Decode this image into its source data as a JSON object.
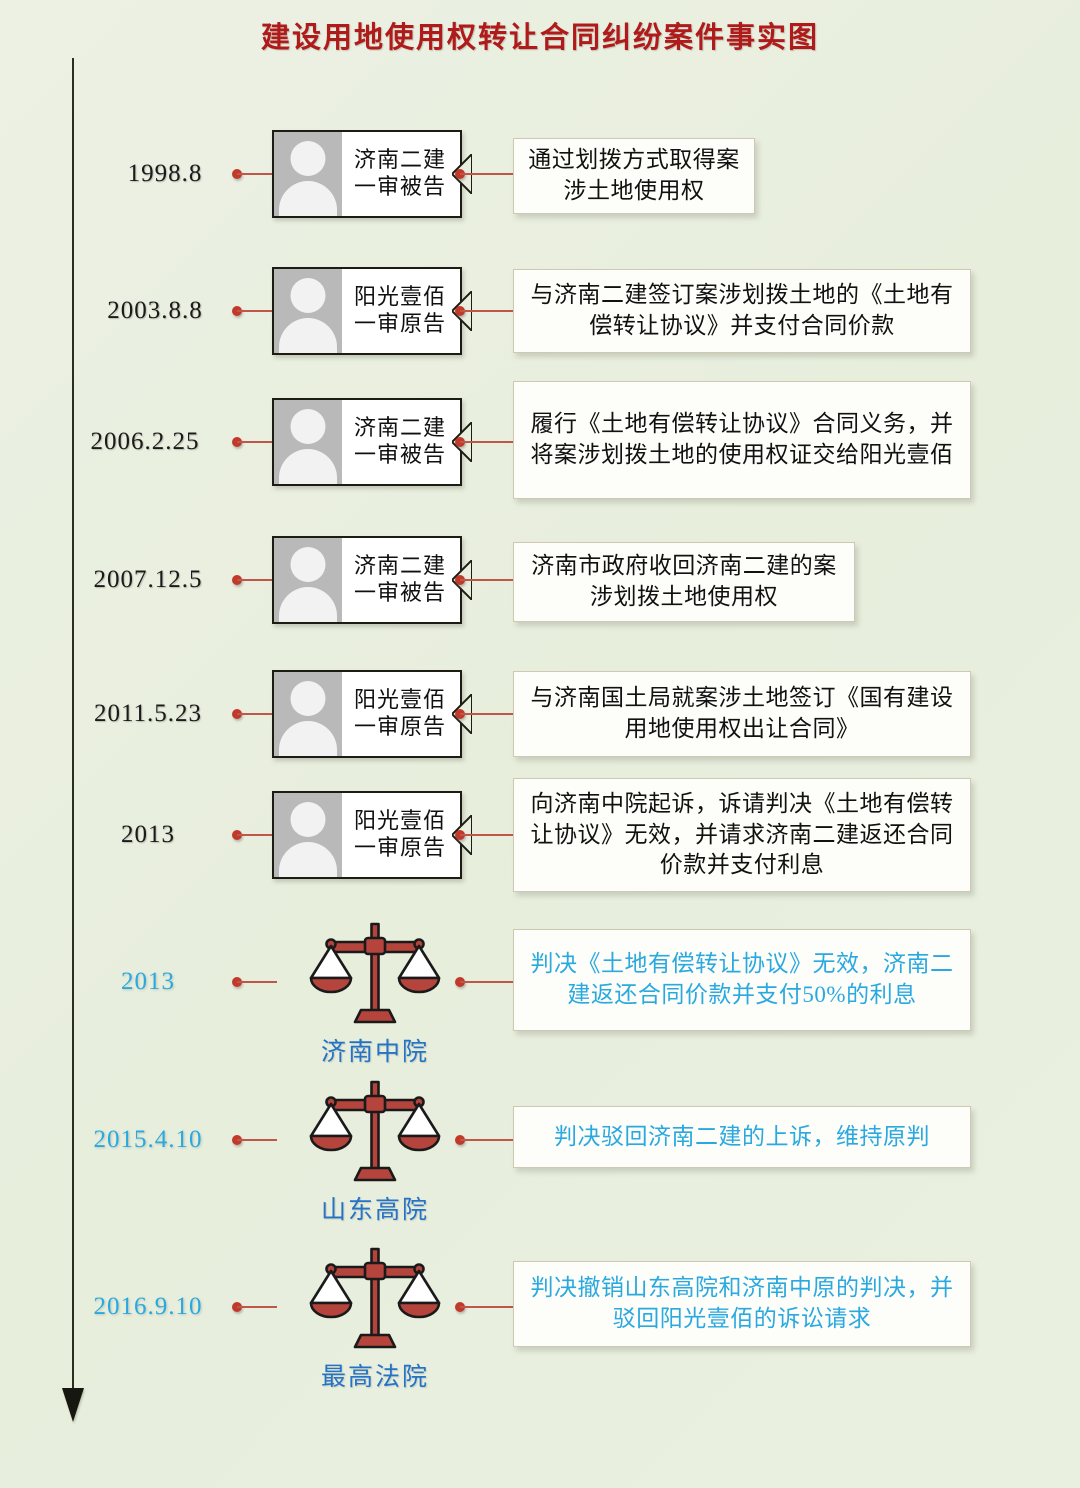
{
  "title": "建设用地使用权转让合同纠纷案件事实图",
  "colors": {
    "background": "#e9efdf",
    "title": "#b01a1a",
    "connector": "#c0392b",
    "accent_blue": "#2aa9e0",
    "court_name_blue": "#2573c7",
    "scales_red": "#b5443c",
    "axis": "#2a2f22"
  },
  "axis": {
    "name": "timeline-axis",
    "direction": "downward"
  },
  "events": [
    {
      "date": "1998.8",
      "date_color": "black",
      "kind": "person",
      "party": "济南二建",
      "role": "一审被告",
      "detail": "通过划拨方式取得案涉土地使用权",
      "detail_color": "black"
    },
    {
      "date": "2003.8.8",
      "date_color": "black",
      "kind": "person",
      "party": "阳光壹佰",
      "role": "一审原告",
      "detail": "与济南二建签订案涉划拨土地的《土地有偿转让协议》并支付合同价款",
      "detail_color": "black"
    },
    {
      "date": "2006.2.25",
      "date_color": "black",
      "kind": "person",
      "party": "济南二建",
      "role": "一审被告",
      "detail": "履行《土地有偿转让协议》合同义务，并将案涉划拨土地的使用权证交给阳光壹佰",
      "detail_color": "black"
    },
    {
      "date": "2007.12.5",
      "date_color": "black",
      "kind": "person",
      "party": "济南二建",
      "role": "一审被告",
      "detail": "济南市政府收回济南二建的案涉划拨土地使用权",
      "detail_color": "black"
    },
    {
      "date": "2011.5.23",
      "date_color": "black",
      "kind": "person",
      "party": "阳光壹佰",
      "role": "一审原告",
      "detail": "与济南国土局就案涉土地签订《国有建设用地使用权出让合同》",
      "detail_color": "black"
    },
    {
      "date": "2013",
      "date_color": "black",
      "kind": "person",
      "party": "阳光壹佰",
      "role": "一审原告",
      "detail": "向济南中院起诉，诉请判决《土地有偿转让协议》无效，并请求济南二建返还合同价款并支付利息",
      "detail_color": "black"
    },
    {
      "date": "2013",
      "date_color": "blue",
      "kind": "court",
      "court": "济南中院",
      "detail": "判决《土地有偿转让协议》无效，济南二建返还合同价款并支付50%的利息",
      "detail_color": "blue"
    },
    {
      "date": "2015.4.10",
      "date_color": "blue",
      "kind": "court",
      "court": "山东高院",
      "detail": "判决驳回济南二建的上诉，维持原判",
      "detail_color": "blue"
    },
    {
      "date": "2016.9.10",
      "date_color": "blue",
      "kind": "court",
      "court": "最高法院",
      "detail": "判决撤销山东高院和济南中原的判决，并驳回阳光壹佰的诉讼请求",
      "detail_color": "blue"
    }
  ]
}
